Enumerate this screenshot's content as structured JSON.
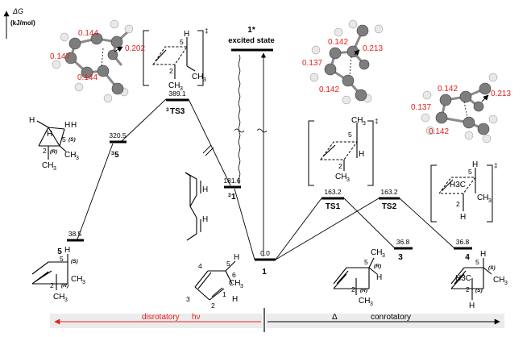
{
  "axis": {
    "label": "ΔG",
    "unit": "(kJ/mol)"
  },
  "excited_state": {
    "name": "1*",
    "label": "excited state"
  },
  "levels": [
    {
      "id": "5",
      "energy": "38.5",
      "name": "5"
    },
    {
      "id": "3-5",
      "energy": "320.5",
      "name_sup": "3",
      "name": "5"
    },
    {
      "id": "3-TS3",
      "energy": "389.1",
      "name_sup": "3",
      "name": "TS3"
    },
    {
      "id": "3-1",
      "energy": "181.6",
      "name_sup": "3",
      "name": "1"
    },
    {
      "id": "1",
      "energy": "0.0",
      "name": "1"
    },
    {
      "id": "TS1",
      "energy": "163.2",
      "name": "TS1"
    },
    {
      "id": "TS2",
      "energy": "163.2",
      "name": "TS2"
    },
    {
      "id": "3",
      "energy": "36.8",
      "name": "3"
    },
    {
      "id": "4",
      "energy": "36.8",
      "name": "4"
    }
  ],
  "distances": {
    "ts3": [
      "0.144",
      "0.147",
      "0.202",
      "0.144"
    ],
    "ts1": [
      "0.142",
      "0.213",
      "0.137",
      "0.142"
    ],
    "ts2": [
      "0.142",
      "0.213",
      "0.137",
      "0.142"
    ]
  },
  "atoms": {
    "h": "H",
    "ch3": "CH3",
    "ch": "CH",
    "sub3": "3",
    "h3c": "H3C",
    "dagger": "‡",
    "n1": "1",
    "n2": "2",
    "n3": "3",
    "n4": "4",
    "n5": "5",
    "n6": "6",
    "R": "(R)",
    "S": "(S)"
  },
  "bottom_bar": {
    "left_label": "disrotatory",
    "left_symbol": "hν",
    "right_symbol": "Δ",
    "right_label": "conrotatory"
  },
  "colors": {
    "accent": "#e8201c",
    "bar_left": "#ececec",
    "bar_right": "#ececec"
  }
}
